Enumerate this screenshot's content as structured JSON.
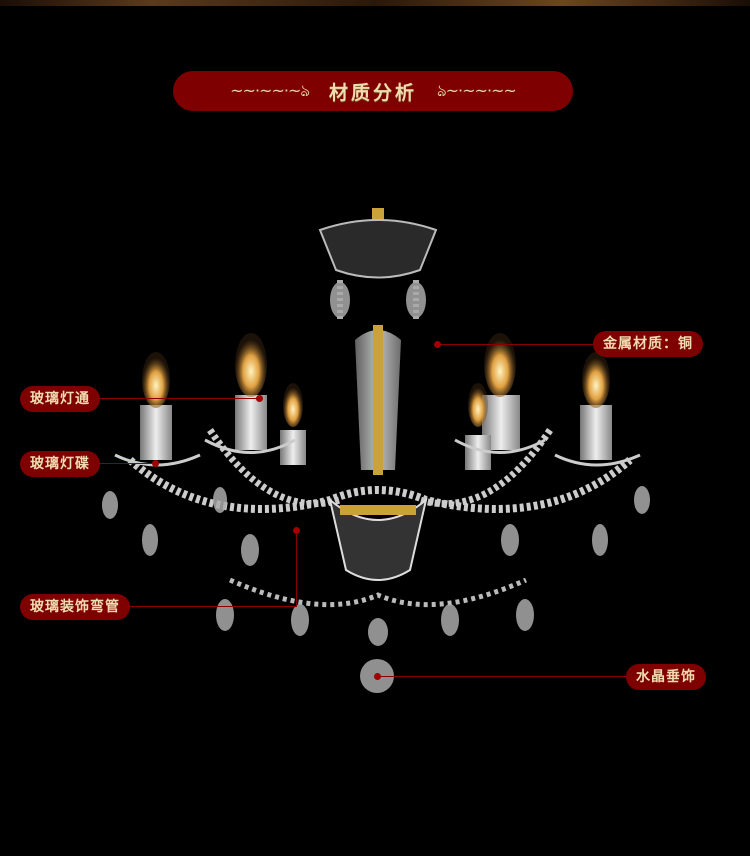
{
  "banner": {
    "title": "材质分析",
    "left_ornament": "~~·~~·~ঌ",
    "right_ornament": "ঌ~·~~·~~"
  },
  "labels": {
    "metal": "金属材质：铜",
    "glass_cup": "玻璃灯通",
    "glass_dish": "玻璃灯碟",
    "glass_arm": "玻璃装饰弯管",
    "crystal_drop": "水晶垂饰"
  },
  "colors": {
    "banner_bg": "#7e0000",
    "text_gold": "#f0dcb0",
    "background": "#000000"
  }
}
